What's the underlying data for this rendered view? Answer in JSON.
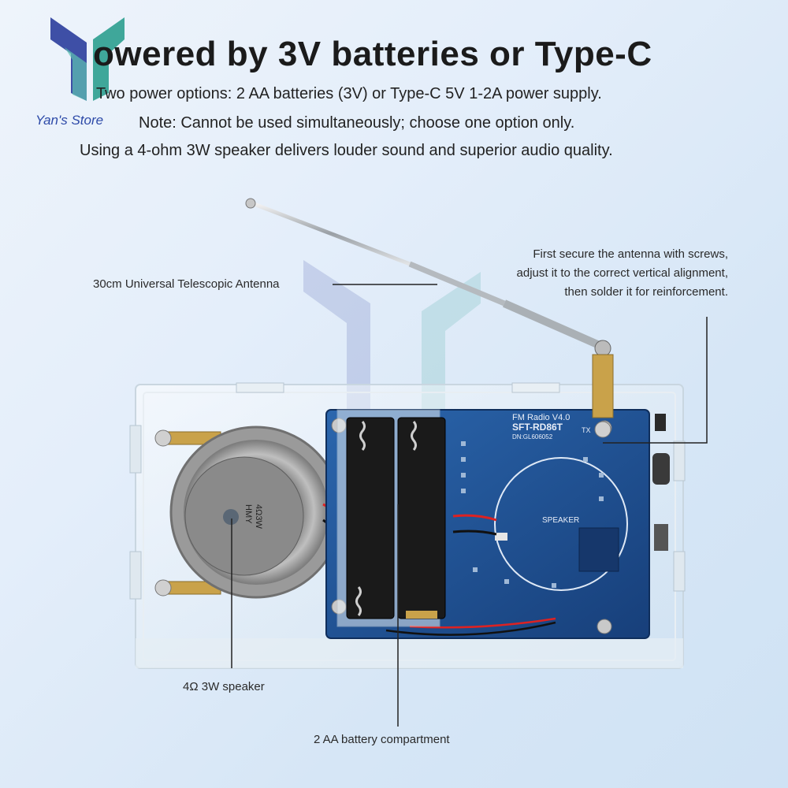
{
  "header": {
    "title": "owered by 3V batteries or Type-C",
    "line1": "Two power options: 2 AA batteries (3V) or Type-C 5V 1-2A power supply.",
    "line2": "Note: Cannot be used simultaneously; choose one option only.",
    "line3": "Using a 4-ohm 3W speaker delivers louder sound and superior audio quality."
  },
  "brand": {
    "store_name": "Yan's Store",
    "logo_icon": "y-shape-logo-icon"
  },
  "board": {
    "model_line1": "FM Radio V4.0",
    "model_line2": "SFT-RD86T",
    "model_line3": "DN:GL606052",
    "speaker_label": "SPEAKER",
    "tx_label": "TX",
    "speaker_brand": "HMY",
    "speaker_rating": "4Ω3W"
  },
  "callouts": {
    "antenna": "30cm Universal Telescopic Antenna",
    "secure_line1": "First secure the antenna with screws,",
    "secure_line2": "adjust it to the correct vertical alignment,",
    "secure_line3": "then solder it for reinforcement.",
    "speaker": "4Ω 3W speaker",
    "battery": "2 AA battery compartment"
  },
  "colors": {
    "accent_blue": "#2d4aa8",
    "pcb_blue": "#1f4f93",
    "logo_blue": "#3e4fa6",
    "logo_teal": "#3fa79a"
  }
}
